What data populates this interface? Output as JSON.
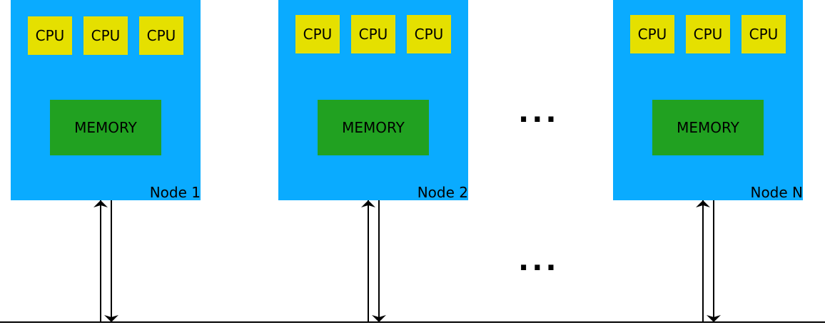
{
  "nodes": [
    {
      "cpus": [
        "CPU",
        "CPU",
        "CPU"
      ],
      "memory": "MEMORY",
      "label": "Node 1"
    },
    {
      "cpus": [
        "CPU",
        "CPU",
        "CPU"
      ],
      "memory": "MEMORY",
      "label": "Node 2"
    },
    {
      "cpus": [
        "CPU",
        "CPU",
        "CPU"
      ],
      "memory": "MEMORY",
      "label": "Node N"
    }
  ],
  "ellipsis": "...",
  "colors": {
    "node": "#0aabff",
    "cpu": "#e5e000",
    "memory": "#21a121",
    "line": "#000000"
  }
}
